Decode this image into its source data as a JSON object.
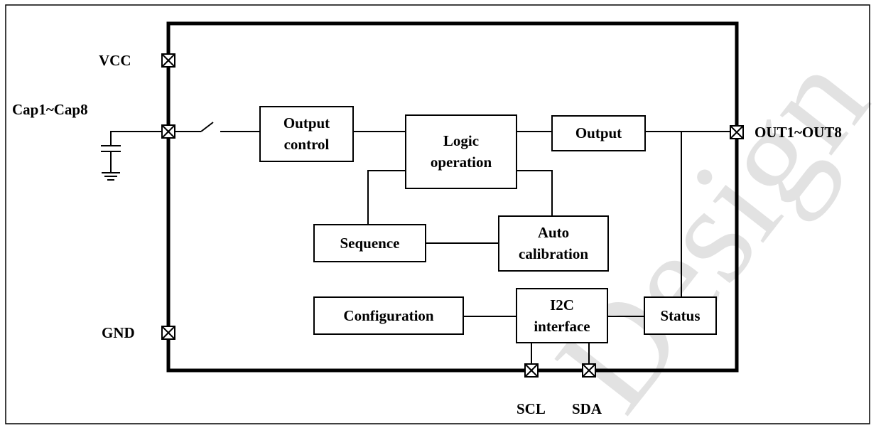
{
  "watermark": "Design",
  "pins": {
    "vcc": "VCC",
    "cap": "Cap1~Cap8",
    "gnd": "GND",
    "out": "OUT1~OUT8",
    "scl": "SCL",
    "sda": "SDA"
  },
  "blocks": {
    "output_control": [
      "Output",
      "control"
    ],
    "logic_operation": [
      "Logic",
      "operation"
    ],
    "output": "Output",
    "sequence": "Sequence",
    "auto_calibration": [
      "Auto",
      "calibration"
    ],
    "configuration": "Configuration",
    "i2c_interface": [
      "I2C",
      "interface"
    ],
    "status": "Status"
  }
}
